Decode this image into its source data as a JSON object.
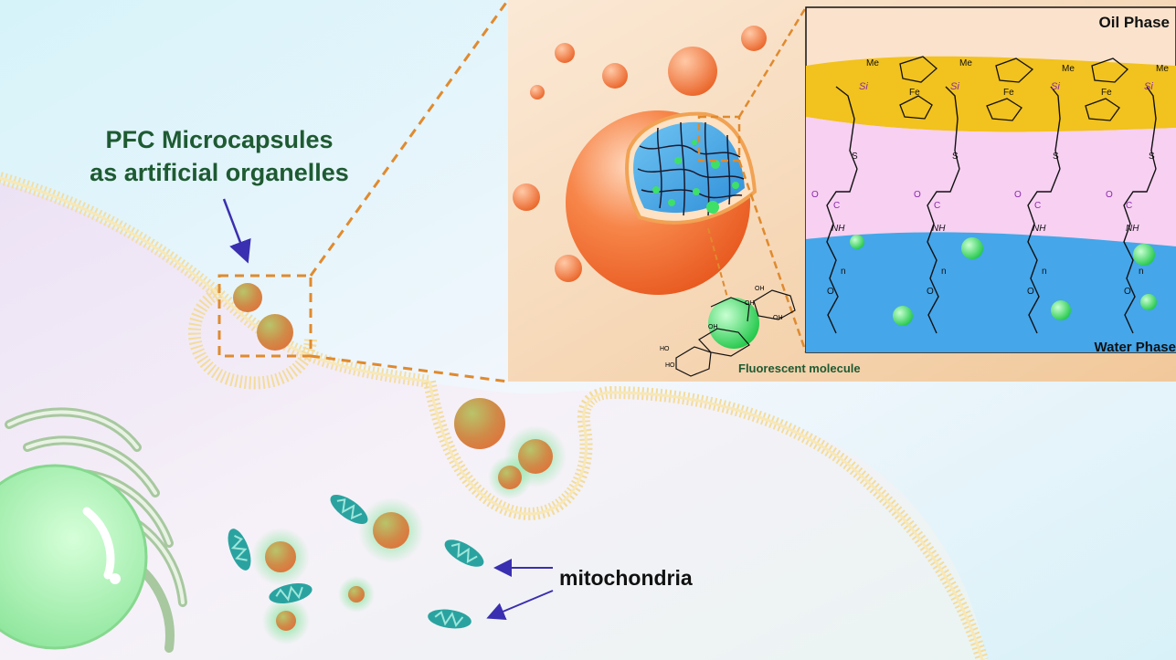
{
  "title": {
    "line1": "PFC Microcapsules",
    "line2": "as artificial organelles"
  },
  "labels": {
    "mitochondria": "mitochondria",
    "oil_phase": "Oil Phase",
    "water_phase": "Water Phase",
    "fluorescent_molecule": "Fluorescent molecule"
  },
  "chem": {
    "me": "Me",
    "si": "Si",
    "fe": "Fe",
    "s": "S",
    "o": "O",
    "c": "C",
    "nh": "NH",
    "n": "n",
    "oh": "OH",
    "ho": "HO"
  },
  "colors": {
    "title_green": "#1e5a32",
    "oil_band": "#f2c21e",
    "pink_band": "#f7d0f2",
    "water_band": "#45a6ea",
    "capsule_orange": "#f07a3e",
    "dash_orange": "#e08a2e",
    "arrow_blue": "#3a2fb0",
    "fluor_green": "#3ee068",
    "mito_teal": "#2aa3a0",
    "linker_purple": "#8a2aa8"
  }
}
